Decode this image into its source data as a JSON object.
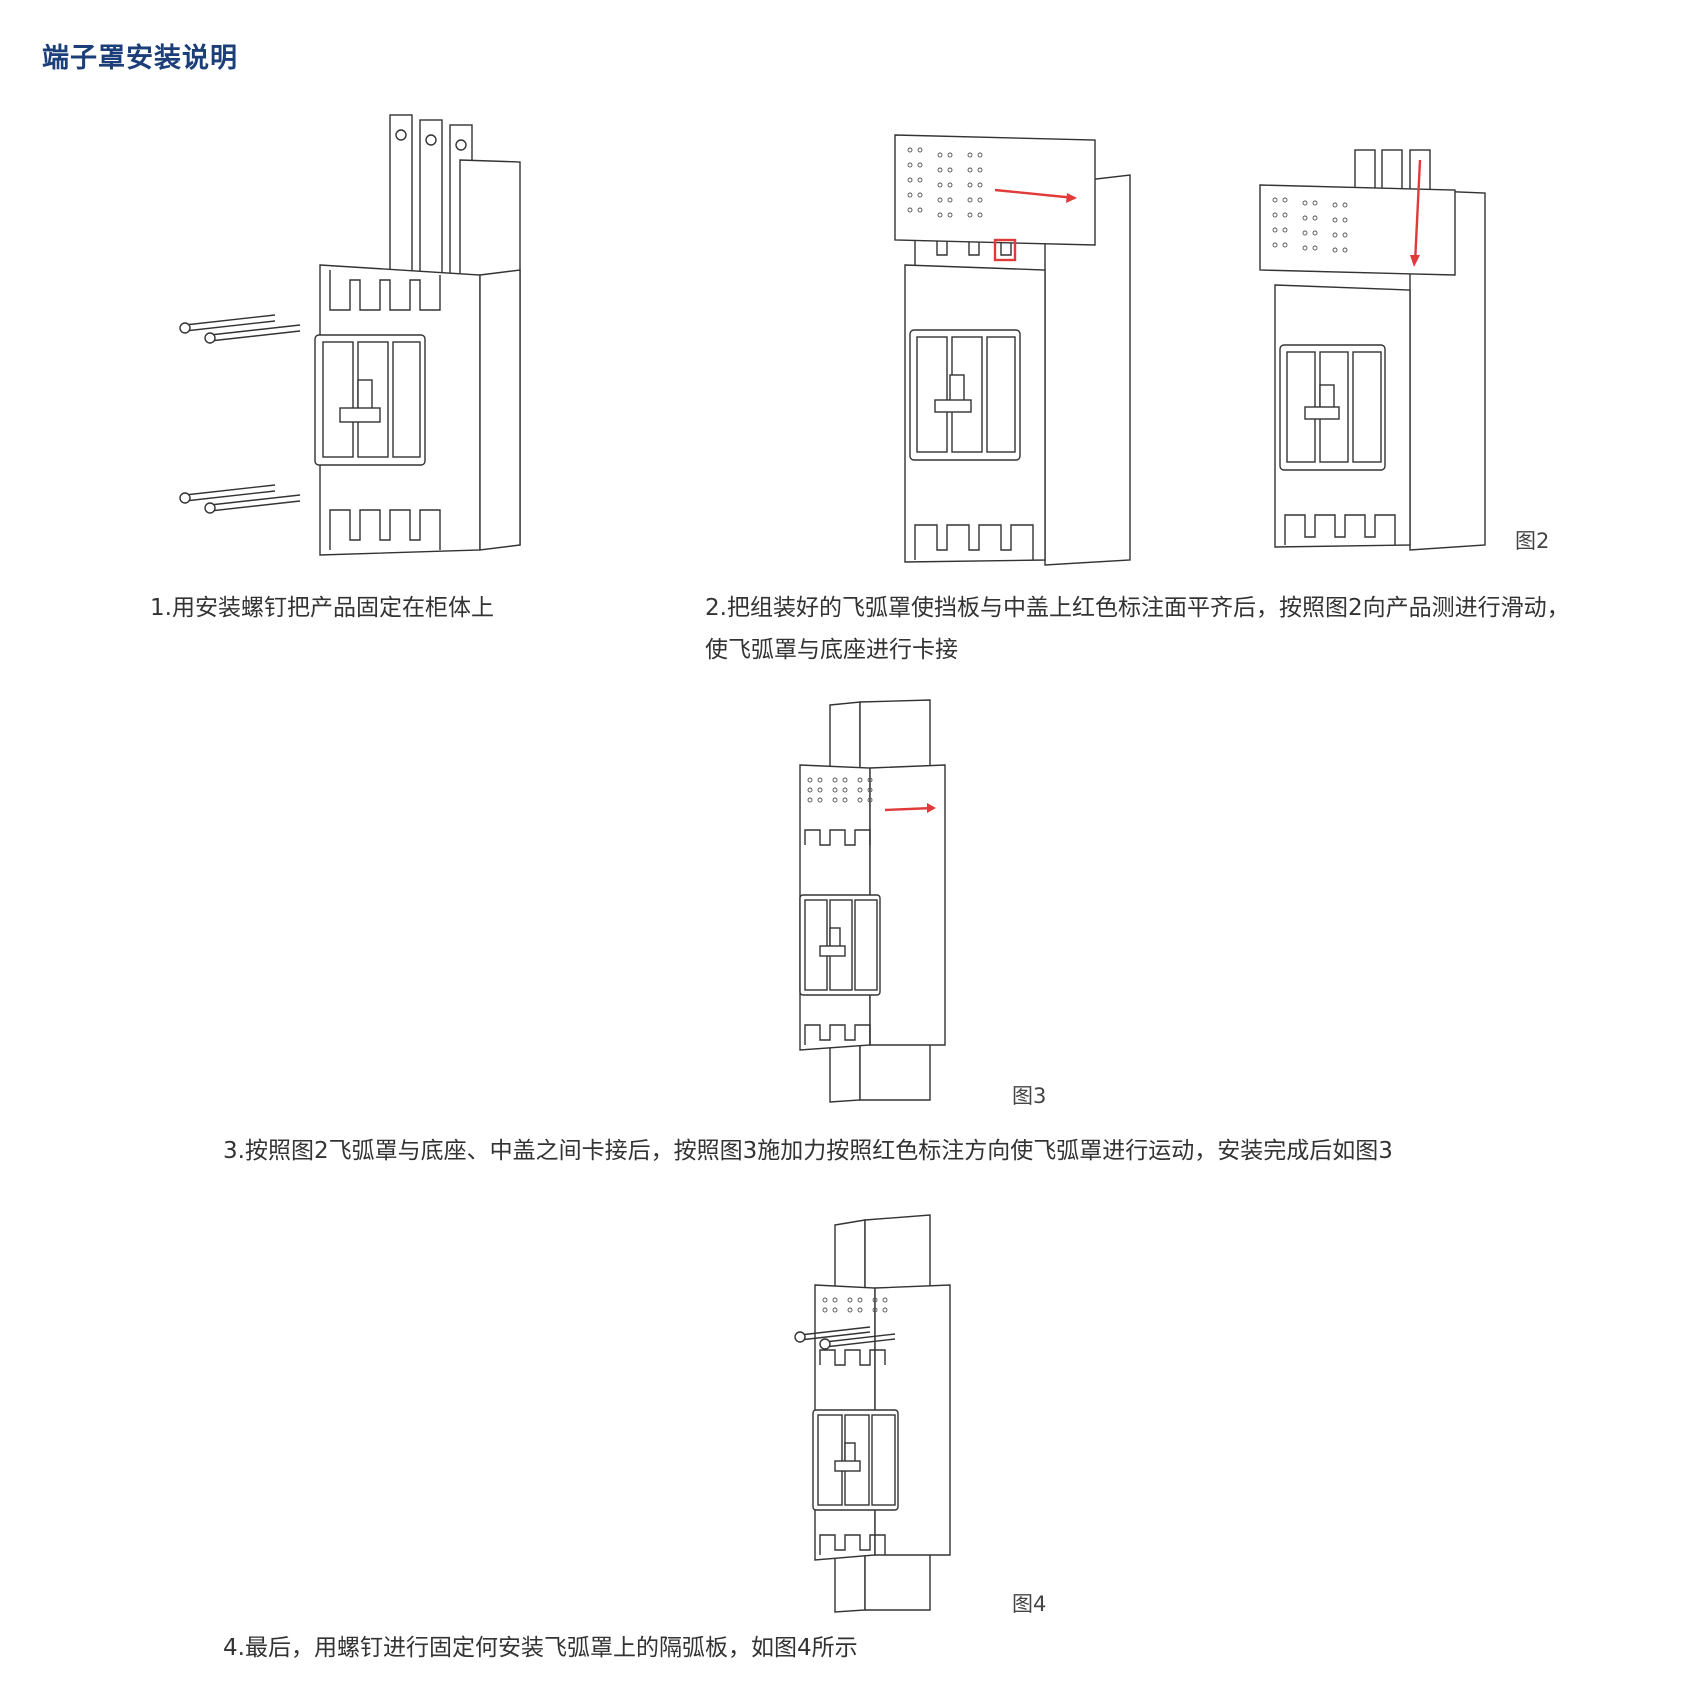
{
  "page": {
    "title": "端子罩安装说明"
  },
  "steps": [
    {
      "text": "1.用安装螺钉把产品固定在柜体上"
    },
    {
      "text": "2.把组装好的飞弧罩使挡板与中盖上红色标注面平齐后，按照图2向产品测进行滑动，",
      "text_cont": "使飞弧罩与底座进行卡接"
    },
    {
      "text": "3.按照图2飞弧罩与底座、中盖之间卡接后，按照图3施加力按照红色标注方向使飞弧罩进行运动，安装完成后如图3"
    },
    {
      "text": "4.最后，用螺钉进行固定何安装飞弧罩上的隔弧板，如图4所示"
    }
  ],
  "figures": {
    "fig2": "图2",
    "fig3": "图3",
    "fig4": "图4"
  },
  "colors": {
    "title": "#1c3f7a",
    "arrow": "#e03a3a"
  }
}
